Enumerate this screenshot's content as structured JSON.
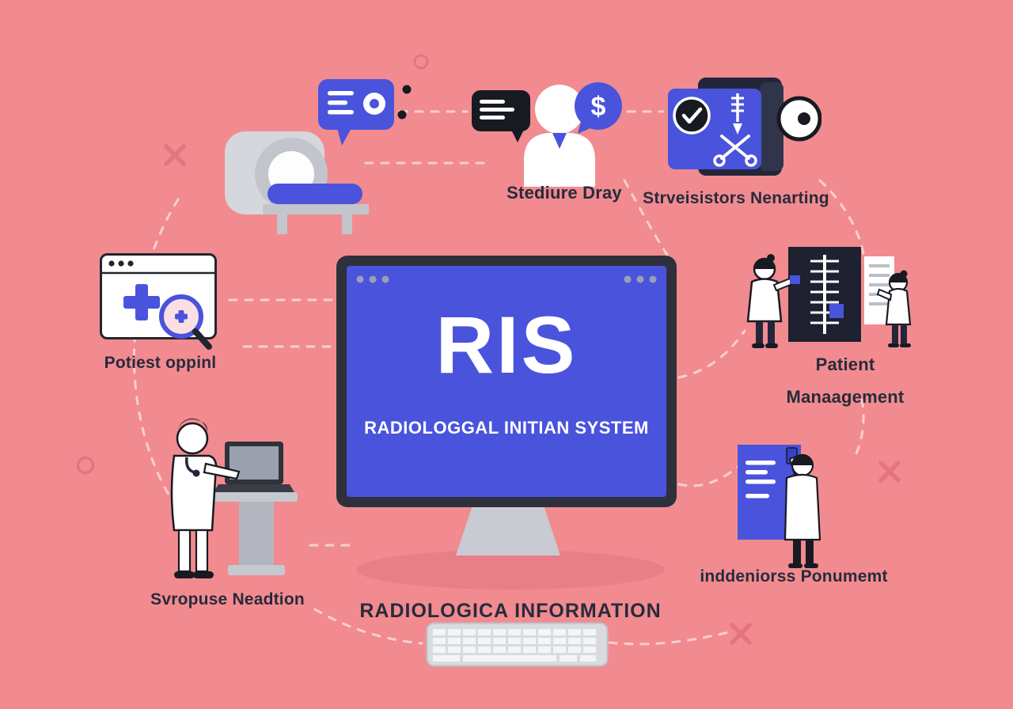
{
  "page": {
    "type": "infographic",
    "theme": "radiology information system"
  },
  "colors": {
    "background": "#F18B90",
    "accent_blue": "#4A53DC",
    "ink_dark": "#23263A",
    "text": "#272B3A",
    "white": "#FFFFFF",
    "shadow_pink": "#E87E87",
    "dash_pink": "#F9D3D6",
    "machine_gray": "#D6D7DC"
  },
  "monitor": {
    "title": "RIS",
    "subtitle": "RADIOLOGGAL INITIAN SYSTEM"
  },
  "labels": {
    "procedure": "Stediure Dray",
    "reporting": "Strveisistors Nenarting",
    "patient_line1": "Patient",
    "patient_line2": "Manaagement",
    "order_search": "Potiest oppinl",
    "scheduling": "Svropuse Neadtion",
    "documents": "inddeniorss Ponumemt",
    "footer": "RADIOLOGICA INFORMATION"
  },
  "icons": {
    "dollar_glyph": "$",
    "names": [
      "mri-scanner-icon",
      "chat-bubble-icon",
      "dollar-badge-icon",
      "checkmark-icon",
      "zipper-ruler-icon",
      "scissors-icon",
      "lens-icon",
      "medical-cross-icon",
      "magnifier-icon",
      "xray-panel-icon",
      "document-icon",
      "monitor-icon",
      "keyboard-icon",
      "laptop-icon",
      "whiteboard-icon"
    ]
  }
}
